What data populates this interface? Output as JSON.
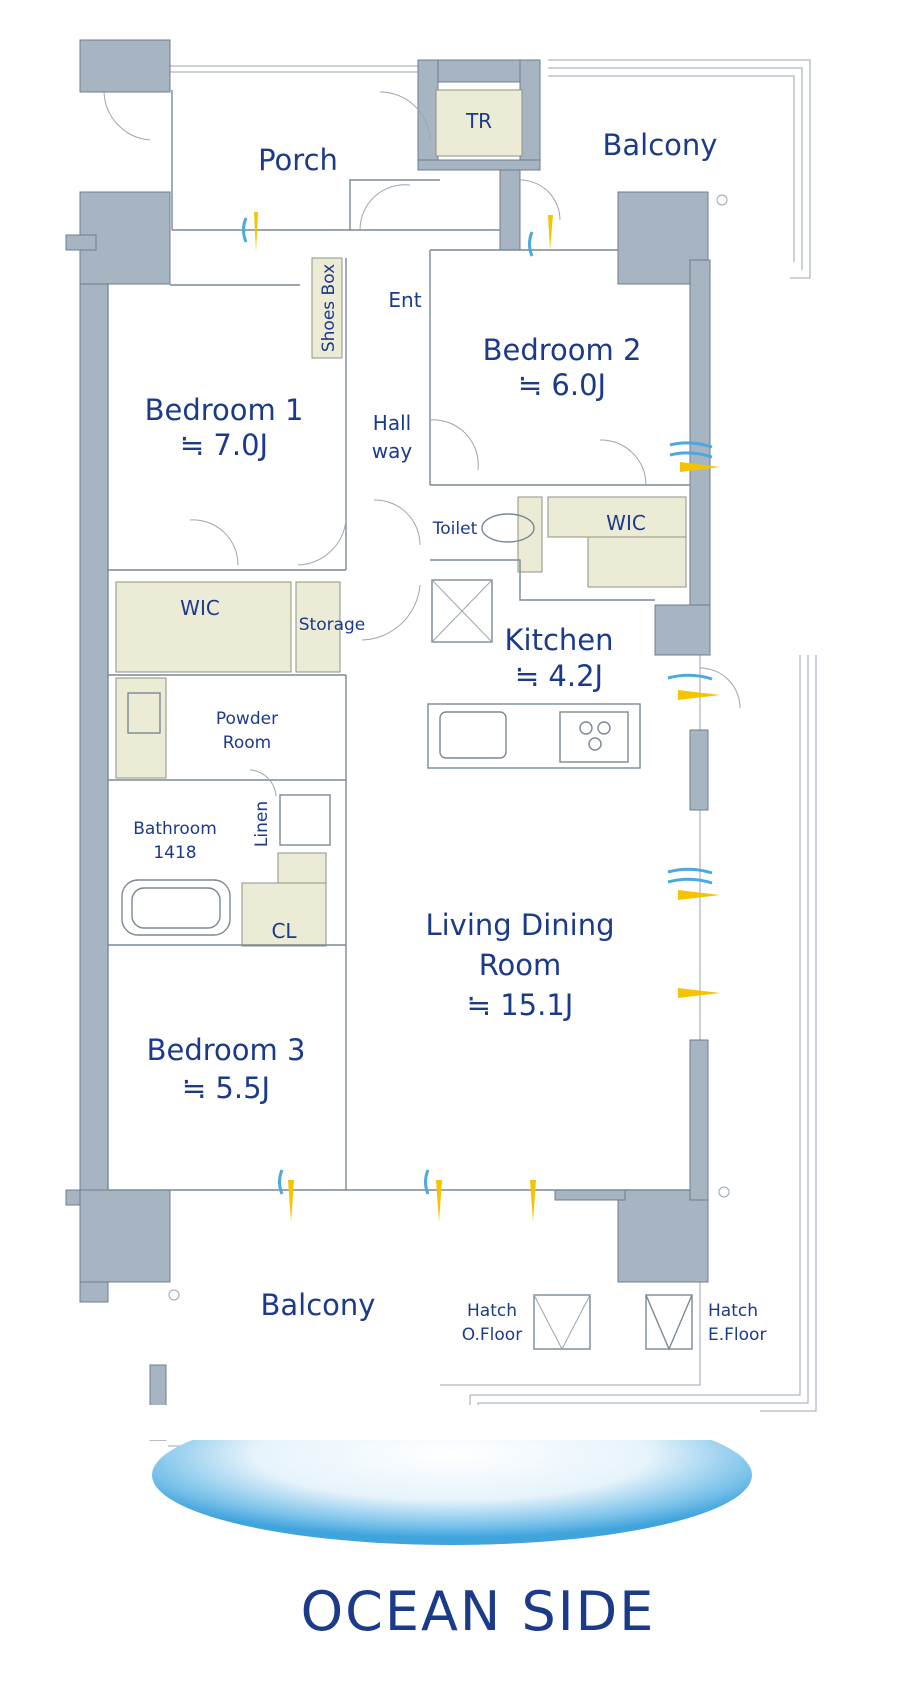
{
  "rooms": {
    "porch": "Porch",
    "tr": "TR",
    "balcony_top": "Balcony",
    "ent": "Ent",
    "shoes_box": "Shoes Box",
    "bedroom2": "Bedroom 2",
    "bedroom2_size": "≒ 6.0J",
    "bedroom1": "Bedroom 1",
    "bedroom1_size": "≒ 7.0J",
    "hallway_1": "Hall",
    "hallway_2": "way",
    "toilet": "Toilet",
    "wic_right": "WIC",
    "wic_left": "WIC",
    "storage": "Storage",
    "kitchen": "Kitchen",
    "kitchen_size": "≒ 4.2J",
    "powder_1": "Powder",
    "powder_2": "Room",
    "bathroom_1": "Bathroom",
    "bathroom_2": "1418",
    "linen": "Linen",
    "cl": "CL",
    "living_1": "Living Dining",
    "living_2": "Room",
    "living_size": "≒ 15.1J",
    "bedroom3": "Bedroom 3",
    "bedroom3_size": "≒ 5.5J",
    "balcony_bottom": "Balcony",
    "hatch_o_1": "Hatch",
    "hatch_o_2": "O.Floor",
    "hatch_e_1": "Hatch",
    "hatch_e_2": "E.Floor"
  },
  "footer": {
    "ocean_side": "OCEAN SIDE"
  },
  "colors": {
    "wall": "#a7b4c2",
    "closet": "#ecebd5",
    "label": "#1b3a8a",
    "airflow_blue": "#49a9e0",
    "airflow_yellow": "#f5c400"
  }
}
